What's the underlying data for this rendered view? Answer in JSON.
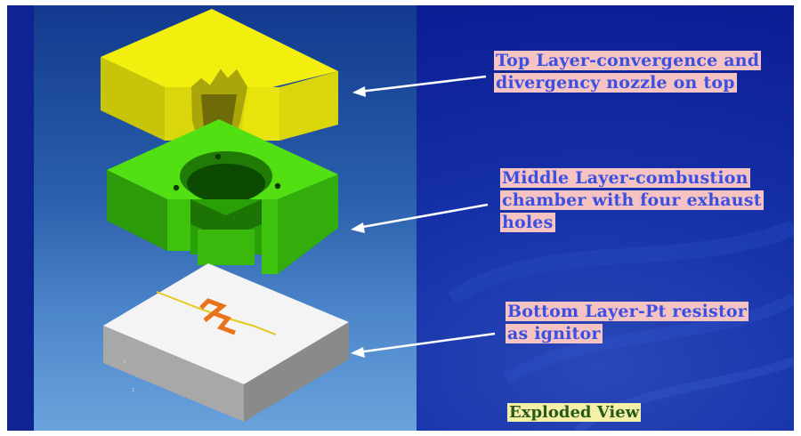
{
  "callouts": {
    "top": [
      "Top Layer-convergence and",
      "divergency nozzle on top"
    ],
    "middle": [
      "Middle Layer-combustion",
      "chamber with four exhaust",
      "holes"
    ],
    "bottom": [
      "Bottom Layer-Pt resistor",
      "as ignitor"
    ]
  },
  "caption": "Exploded View",
  "colors": {
    "top_layer": "#f2ef0e",
    "middle_layer": "#52e012",
    "bottom_layer": "#f4f4f4",
    "resistor": "#e8731a",
    "callout_text": "#3b4fe0",
    "callout_highlight": "#f6c3c3",
    "caption_text": "#2a5a1a",
    "caption_highlight": "#f4f0a8"
  }
}
